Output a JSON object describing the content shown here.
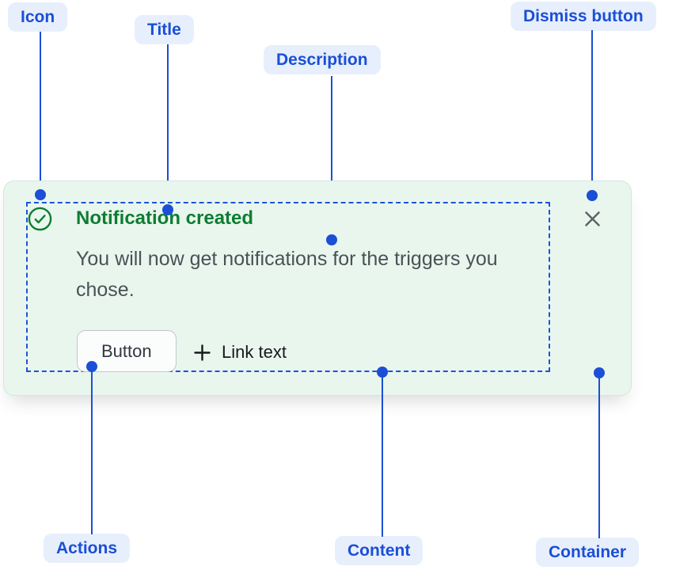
{
  "annotations": {
    "icon_label": "Icon",
    "title_label": "Title",
    "description_label": "Description",
    "dismiss_label": "Dismiss button",
    "actions_label": "Actions",
    "content_label": "Content",
    "container_label": "Container"
  },
  "notification": {
    "title": "Notification created",
    "description": "You will now get notifications for the triggers you chose.",
    "button_label": "Button",
    "link_label": "Link text",
    "status_icon": "check-circle-icon",
    "dismiss_icon": "close-icon"
  },
  "colors": {
    "annotation_blue": "#1A4FD6",
    "annotation_pill_bg": "#E8EFFC",
    "success_green": "#0E7D32",
    "card_bg": "#E9F6EE",
    "card_border": "#CFE9DB",
    "description_gray": "#4A5156",
    "dismiss_gray": "#5E6367",
    "button_border": "#C2C8CC"
  }
}
